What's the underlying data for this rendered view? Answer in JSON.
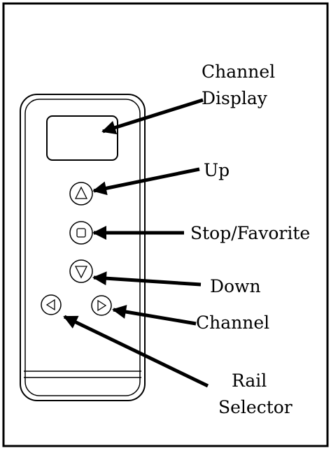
{
  "labels": {
    "channel_display_line1": "Channel",
    "channel_display_line2": "Display",
    "up": "Up",
    "stop_favorite": "Stop/Favorite",
    "down": "Down",
    "channel": "Channel",
    "rail_selector_line1": "Rail",
    "rail_selector_line2": "Selector"
  },
  "icons": {
    "up_button": "up-triangle-icon",
    "stop_button": "stop-square-icon",
    "down_button": "down-triangle-icon",
    "left_button": "left-triangle-icon",
    "right_button": "right-triangle-icon"
  },
  "colors": {
    "line": "#000000",
    "background": "#ffffff"
  }
}
